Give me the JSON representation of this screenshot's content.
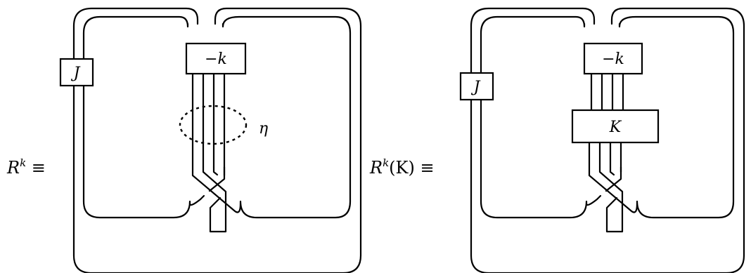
{
  "figures": [
    {
      "id": "R-k",
      "equation_label": {
        "base": "R",
        "sup": "k",
        "rest": " ≡"
      },
      "box_J": "J",
      "box_minus_k": "−k",
      "circle_label": "η"
    },
    {
      "id": "R-k-of-K",
      "equation_label": {
        "base": "R",
        "sup": "k",
        "rest": "(K) ≡"
      },
      "box_J": "J",
      "box_minus_k": "−k",
      "box_K": "K"
    }
  ]
}
